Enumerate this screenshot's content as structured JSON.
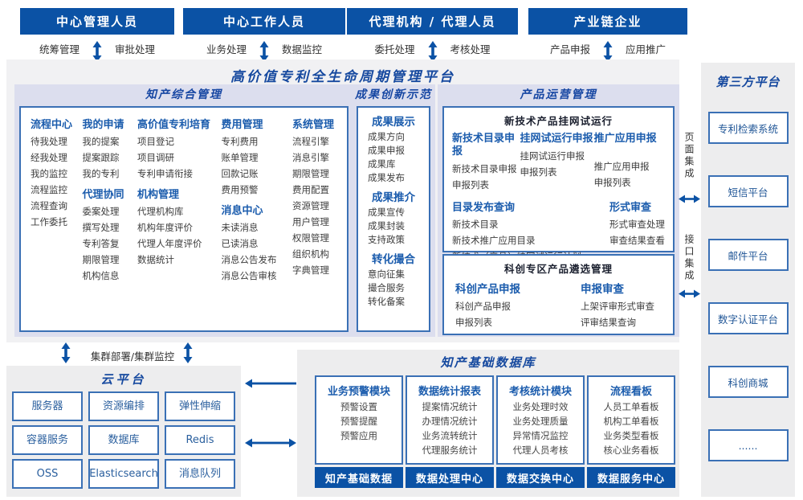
{
  "main_title": "高价值专利全生命周期管理平台",
  "roles": [
    {
      "title": "中心管理人员",
      "left": "统筹管理",
      "right": "审批处理"
    },
    {
      "title": "中心工作人员",
      "left": "业务处理",
      "right": "数据监控"
    },
    {
      "title": "代理机构 / 代理人员",
      "left": "委托处理",
      "right": "考核处理"
    },
    {
      "title": "产业链企业",
      "left": "产品申报",
      "right": "应用推广"
    }
  ],
  "ip": {
    "title": "知产综合管理",
    "g0": {
      "header": "流程中心",
      "items": [
        "待我处理",
        "经我处理",
        "我的监控",
        "流程监控",
        "流程查询",
        "工作委托"
      ]
    },
    "g1": {
      "header": "我的申请",
      "items": [
        "我的提案",
        "提案跟踪",
        "我的专利"
      ]
    },
    "g2": {
      "header": "代理协同",
      "items": [
        "委案处理",
        "撰写处理",
        "专利答复",
        "期限管理",
        "机构信息"
      ]
    },
    "g3": {
      "header": "高价值专利培育",
      "items": [
        "项目登记",
        "项目调研",
        "专利申请衔接"
      ]
    },
    "g4": {
      "header": "机构管理",
      "items": [
        "代理机构库",
        "机构年度评价",
        "代理人年度评价",
        "数据统计"
      ]
    },
    "g5": {
      "header": "费用管理",
      "items": [
        "专利费用",
        "账单管理",
        "回款记账",
        "费用预警"
      ]
    },
    "g6": {
      "header": "消息中心",
      "items": [
        "未读消息",
        "已读消息",
        "消息公告发布",
        "消息公告审核"
      ]
    },
    "g7": {
      "header": "系统管理",
      "items": [
        "流程引擎",
        "消息引擎",
        "期限管理",
        "费用配置",
        "资源管理",
        "用户管理",
        "权限管理",
        "组织机构",
        "字典管理"
      ]
    }
  },
  "ach": {
    "title": "成果创新示范",
    "g0": {
      "header": "成果展示",
      "items": [
        "成果方向",
        "成果申报",
        "成果库",
        "成果发布"
      ]
    },
    "g1": {
      "header": "成果推介",
      "items": [
        "成果宣传",
        "成果封装",
        "支持政策"
      ]
    },
    "g2": {
      "header": "转化撮合",
      "items": [
        "意向征集",
        "撮合服务",
        "转化备案"
      ]
    }
  },
  "po": {
    "title": "产品运营管理",
    "box1": {
      "title": "新技术产品挂网试运行",
      "g0": {
        "header": "新技术目录申报",
        "items": [
          "新技术目录申报",
          "申报列表"
        ]
      },
      "g1": {
        "header": "挂网试运行申报",
        "items": [
          "挂网试运行申报",
          "申报列表"
        ]
      },
      "g2": {
        "header": "推广应用申报",
        "items": [
          "推广应用申报",
          "申报列表"
        ]
      },
      "g3": {
        "header": "目录发布查询",
        "items": [
          "新技术目录",
          "新技术推广应用目录",
          "新技术（产品）挂网试运行计划"
        ]
      },
      "g4": {
        "header": "形式审查",
        "items": [
          "形式审查处理",
          "审查结果查看"
        ]
      }
    },
    "box2": {
      "title": "科创专区产品遴选管理",
      "g0": {
        "header": "科创产品申报",
        "items": [
          "科创产品申报",
          "申报列表"
        ]
      },
      "g1": {
        "header": "申报审查",
        "items": [
          "上架评审形式审查",
          "评审结果查询"
        ]
      }
    }
  },
  "third_party": {
    "title": "第三方平台",
    "items": [
      "专利检索系统",
      "短信平台",
      "邮件平台",
      "数字认证平台",
      "科创商城",
      "......"
    ],
    "page_integration": "页面集成",
    "api_integration": "接口集成"
  },
  "labels": {
    "cluster": "集群部署/集群监控"
  },
  "cloud": {
    "title": "云平台",
    "items": [
      "服务器",
      "资源编排",
      "弹性伸缩",
      "容器服务",
      "数据库",
      "Redis",
      "OSS",
      "Elasticsearch",
      "消息队列"
    ]
  },
  "dl": {
    "title": "知产基础数据库",
    "c0": {
      "header": "业务预警模块",
      "items": [
        "预警设置",
        "预警提醒",
        "预警应用"
      ],
      "footer": "知产基础数据"
    },
    "c1": {
      "header": "数据统计报表",
      "items": [
        "提案情况统计",
        "办理情况统计",
        "业务流转统计",
        "代理服务统计"
      ],
      "footer": "数据处理中心"
    },
    "c2": {
      "header": "考核统计模块",
      "items": [
        "业务处理时效",
        "业务处理质量",
        "异常情况监控",
        "代理人员考核"
      ],
      "footer": "数据交换中心"
    },
    "c3": {
      "header": "流程看板",
      "items": [
        "人员工单看板",
        "机构工单看板",
        "业务类型看板",
        "核心业务看板"
      ],
      "footer": "数据服务中心"
    }
  },
  "colors": {
    "primary": "#0b52a5",
    "group_heading": "#1b5cad",
    "section_title": "#16499f",
    "section_bg": "#dcdeee",
    "panel_bg": "#ededee",
    "main_bg": "#f1f1f3",
    "box_border": "#3a70b5"
  }
}
